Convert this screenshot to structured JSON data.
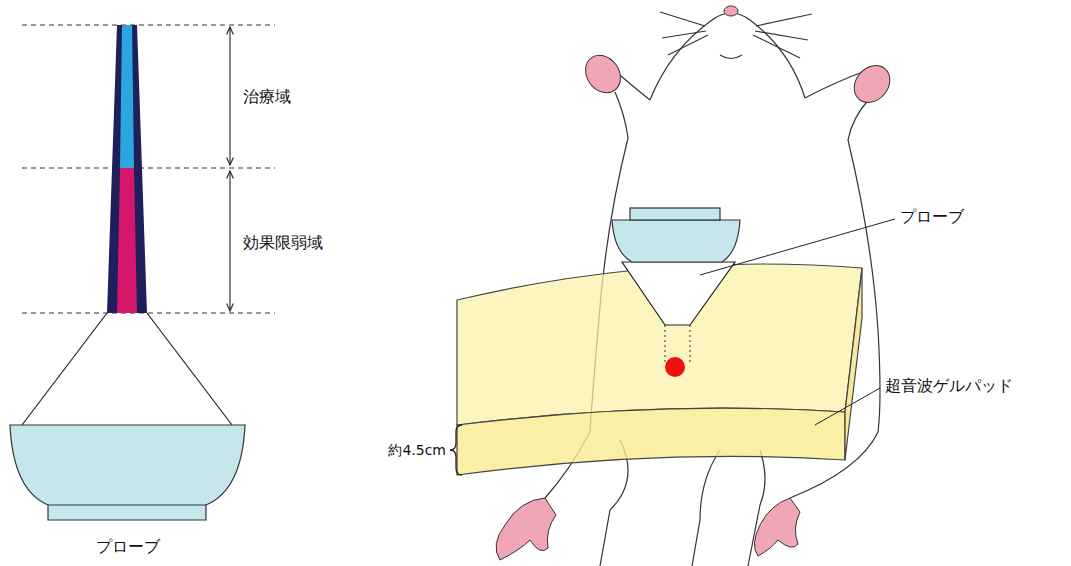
{
  "diagram": {
    "labels": [
      "治療域",
      "効果限弱域",
      "プローブ",
      "プローブ",
      "超音波ゲルパッド",
      "約4.5cm"
    ]
  }
}
